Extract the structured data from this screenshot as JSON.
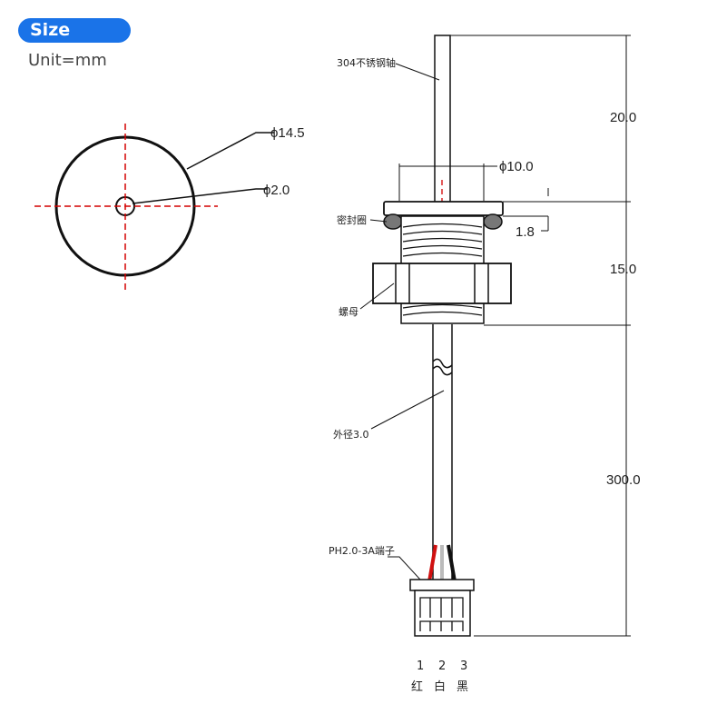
{
  "header": {
    "size_label": "Size",
    "unit": "Unit=mm"
  },
  "top_view": {
    "outer_dia": "ϕ14.5",
    "inner_dia": "ϕ2.0"
  },
  "side_view": {
    "shaft_label": "304不锈钢轴",
    "seal_label": "密封圈",
    "nut_label": "螺母",
    "wire_label": "外径3.0",
    "connector_label": "PH2.0-3A端子",
    "flange_dia": "ϕ10.0",
    "seal_dim": "1.8",
    "dim_top": "20.0",
    "dim_mid": "15.0",
    "dim_bottom": "300.0"
  },
  "pins": {
    "numbers": [
      "1",
      "2",
      "3"
    ],
    "colors": [
      "红",
      "白",
      "黑"
    ]
  },
  "colors": {
    "badge": "#1a73e8",
    "centerline": "#d40000",
    "wire_red": "#d01010",
    "wire_black": "#111111"
  }
}
